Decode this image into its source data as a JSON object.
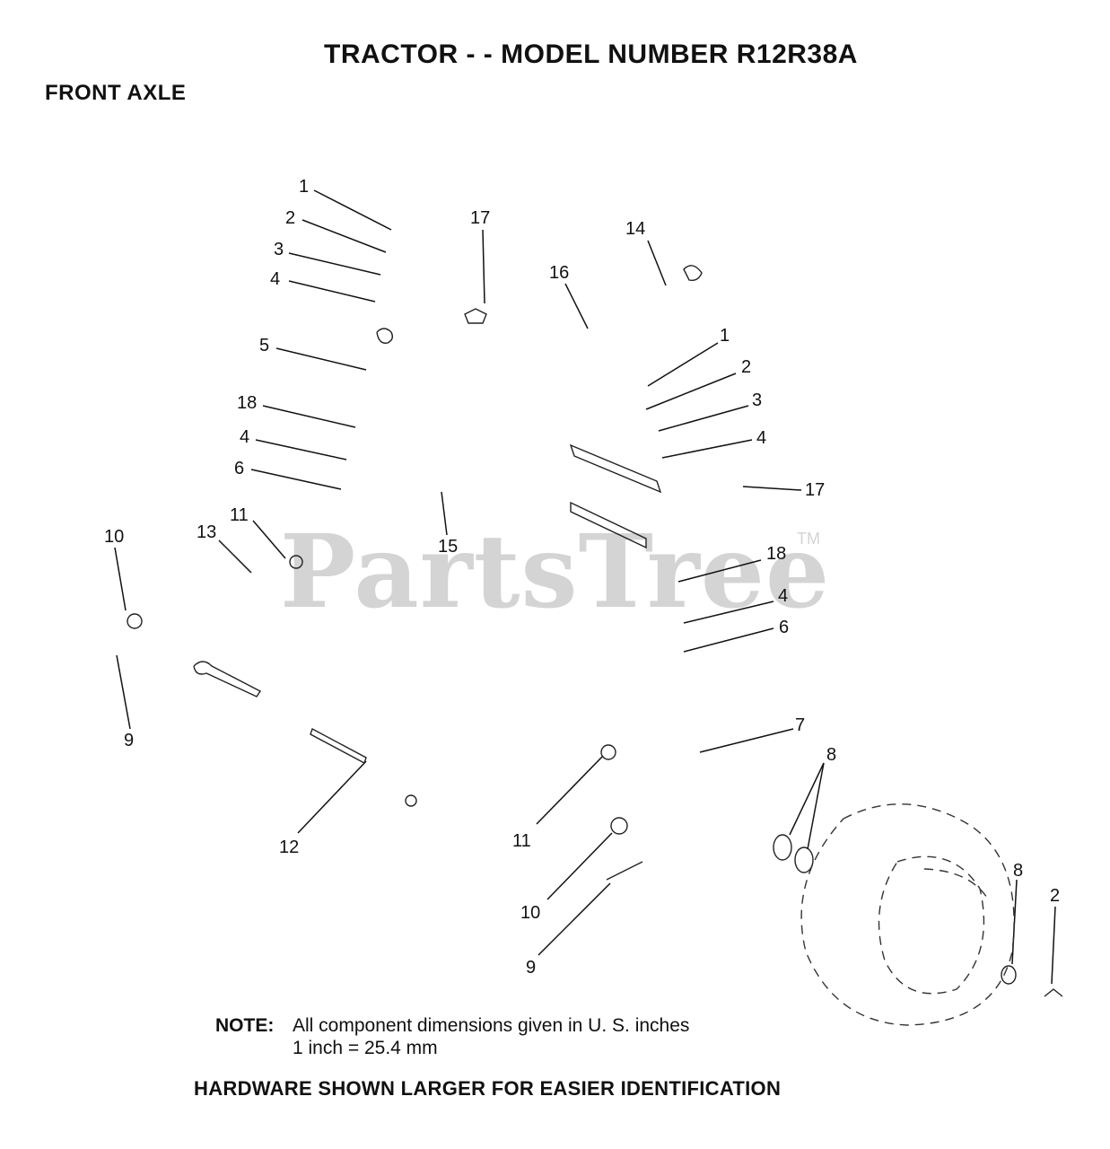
{
  "title": "TRACTOR - - MODEL NUMBER R12R38A",
  "section": "FRONT AXLE",
  "watermark": {
    "text": "PartsTree",
    "mark": "TM",
    "color": "#d4d4d4"
  },
  "note": {
    "label": "NOTE:",
    "line1": "All component dimensions given in U. S. inches",
    "line2": "1 inch = 25.4 mm"
  },
  "hardware_note": "HARDWARE SHOWN LARGER FOR EASIER IDENTIFICATION",
  "callouts": [
    "1",
    "2",
    "3",
    "4",
    "5",
    "18",
    "4",
    "6",
    "11",
    "13",
    "10",
    "9",
    "17",
    "16",
    "14",
    "1",
    "2",
    "3",
    "4",
    "17",
    "15",
    "18",
    "4",
    "6",
    "7",
    "8",
    "12",
    "11",
    "10",
    "9",
    "8",
    "2"
  ]
}
